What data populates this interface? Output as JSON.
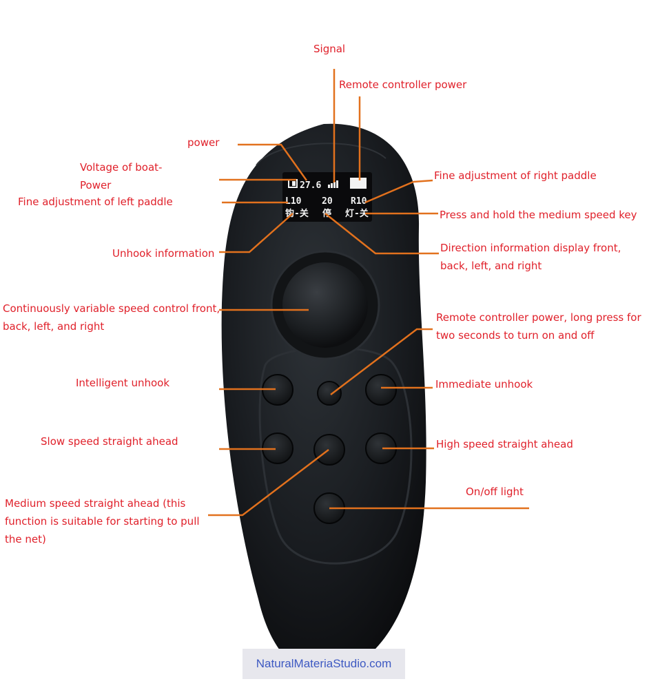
{
  "labels": {
    "signal": "Signal",
    "remote_power": "Remote controller power",
    "power": "power",
    "boat_voltage": "Voltage of boat-Power",
    "left_paddle": "Fine adjustment of left paddle",
    "right_paddle": "Fine adjustment of right paddle",
    "medium_key": "Press and hold the medium speed key",
    "unhook_info": "Unhook information",
    "direction_info": "Direction information display front, back, left, and right",
    "variable_speed": "Continuously variable speed control front, back, left, and right",
    "power_button": "Remote controller power, long press for two seconds to turn on and off",
    "intelligent_unhook": "Intelligent unhook",
    "immediate_unhook": "Immediate unhook",
    "slow_speed": "Slow speed straight ahead",
    "high_speed": "High speed straight ahead",
    "medium_speed": "Medium speed straight ahead (this function is suitable for starting to pull the net)",
    "light": "On/off light"
  },
  "screen": {
    "voltage": "27.6",
    "left_trim": "L10",
    "speed": "20",
    "right_trim": "R10",
    "unhook_status": "钩-关",
    "direction": "停",
    "light_status": "灯-关"
  },
  "watermark": "NaturalMateriaStudio.com",
  "colors": {
    "label": "#e0202a",
    "leader": "#e2711d",
    "remote_body": "#16191d",
    "watermark_text": "#3d59c2"
  }
}
